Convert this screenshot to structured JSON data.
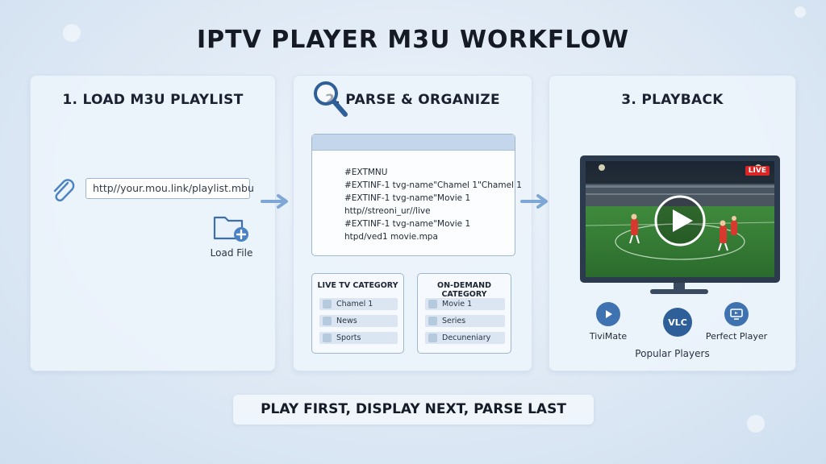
{
  "title": "IPTV PLAYER M3U WORKFLOW",
  "steps": [
    {
      "title": "1. LOAD M3U PLAYLIST"
    },
    {
      "title": "2. PARSE & ORGANIZE"
    },
    {
      "title": "3. PLAYBACK"
    }
  ],
  "load": {
    "url": "http//your.mou.link/playlist.mbu",
    "load_file": "Load File"
  },
  "parse": {
    "code_lines": [
      "#EXTMNU",
      "#EXTINF-1 tvg-name\"Chamel 1\"Chamel 1",
      "#EXTINF-1 tvg-name\"Movie 1",
      "http//streoni_ur//live",
      "#EXTINF-1 tvg-name\"Movie 1",
      "htpd/ved1 movie.mpa"
    ],
    "live_category": {
      "title": "LIVE TV CATEGORY",
      "items": [
        "Chamel 1",
        "News",
        "Sports"
      ]
    },
    "ondemand_category": {
      "title": "ON-DEMAND CATEGORY",
      "items": [
        "Movie 1",
        "Series",
        "Decuneniary"
      ]
    }
  },
  "playback": {
    "live_badge": "LIVE",
    "players": [
      {
        "name": "TiviMate",
        "icon": "play-circle-icon"
      },
      {
        "name": "VLC",
        "icon": "vlc-badge-icon",
        "badge": "VLC"
      },
      {
        "name": "Perfect Player",
        "icon": "monitor-play-icon"
      }
    ],
    "popular_label": "Popular Players"
  },
  "footer": "PLAY FIRST, DISPLAY NEXT, PARSE LAST",
  "colors": {
    "accent": "#3f72b0",
    "live_red": "#d82525",
    "pitch_green": "#2f7a35"
  }
}
